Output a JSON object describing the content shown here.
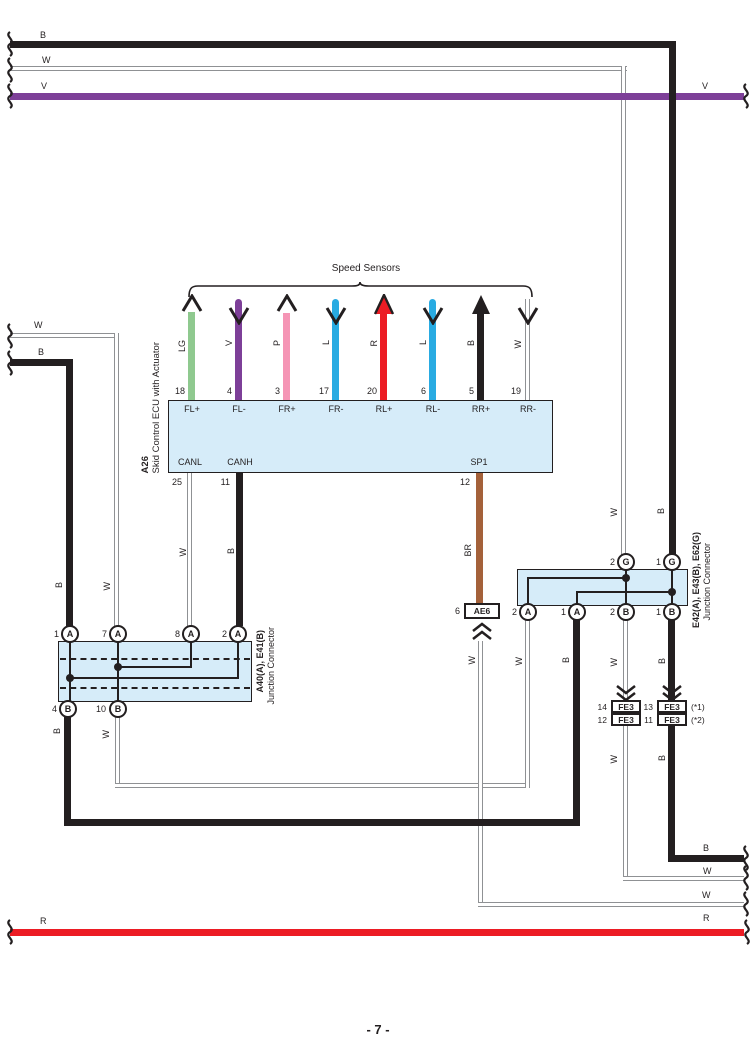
{
  "page": {
    "number": "- 7 -"
  },
  "colors": {
    "black": "#231F20",
    "violet": "#7D3F98",
    "red": "#EC1C24",
    "light_blue": "#29ABE2",
    "pink": "#F595B5",
    "light_green": "#8FC98F",
    "brown": "#A4613A",
    "connector_fill": "#D6ECF9",
    "wire_white_stroke": "#8F9194"
  },
  "wire_labels": {
    "B": "B",
    "W": "W",
    "V": "V",
    "R": "R",
    "BR": "BR"
  },
  "speed_sensors": {
    "title": "Speed Sensors",
    "channels": [
      {
        "pin": "18",
        "terminal": "FL+",
        "wire": "LG",
        "direction": "up"
      },
      {
        "pin": "4",
        "terminal": "FL-",
        "wire": "V",
        "direction": "down"
      },
      {
        "pin": "3",
        "terminal": "FR+",
        "wire": "P",
        "direction": "up"
      },
      {
        "pin": "17",
        "terminal": "FR-",
        "wire": "L",
        "direction": "down"
      },
      {
        "pin": "20",
        "terminal": "RL+",
        "wire": "R",
        "direction": "up"
      },
      {
        "pin": "6",
        "terminal": "RL-",
        "wire": "L",
        "direction": "down"
      },
      {
        "pin": "5",
        "terminal": "RR+",
        "wire": "B",
        "direction": "up"
      },
      {
        "pin": "19",
        "terminal": "RR-",
        "wire": "W",
        "direction": "down"
      }
    ]
  },
  "ecu": {
    "code": "A26",
    "name": "Skid Control ECU with Actuator",
    "bottom_pins": [
      {
        "pin": "25",
        "label": "CANL",
        "wire": "W"
      },
      {
        "pin": "11",
        "label": "CANH",
        "wire": "B"
      },
      {
        "pin": "12",
        "label": "SP1",
        "wire": "BR"
      }
    ]
  },
  "junction_left": {
    "code": "A40(A), E41(B)",
    "name": "Junction Connector",
    "top_pins": [
      {
        "num": "1",
        "letter": "A"
      },
      {
        "num": "7",
        "letter": "A"
      },
      {
        "num": "8",
        "letter": "A"
      },
      {
        "num": "2",
        "letter": "A"
      }
    ],
    "bottom_pins": [
      {
        "num": "4",
        "letter": "B"
      },
      {
        "num": "10",
        "letter": "B"
      }
    ]
  },
  "junction_right": {
    "code": "E42(A), E43(B), E62(G)",
    "name": "Junction Connector",
    "top_pins": [
      {
        "num": "2",
        "letter": "G"
      },
      {
        "num": "1",
        "letter": "G"
      }
    ],
    "bottom_pins": [
      {
        "num": "2",
        "letter": "A"
      },
      {
        "num": "1",
        "letter": "A"
      },
      {
        "num": "2",
        "letter": "B"
      },
      {
        "num": "1",
        "letter": "B"
      }
    ]
  },
  "ae6": {
    "num": "6",
    "label": "AE6"
  },
  "fe3": {
    "left": [
      {
        "num": "14",
        "label": "FE3"
      },
      {
        "num": "12",
        "label": "FE3"
      }
    ],
    "right": [
      {
        "num": "13",
        "label": "FE3",
        "note": "(*1)"
      },
      {
        "num": "11",
        "label": "FE3",
        "note": "(*2)"
      }
    ]
  }
}
